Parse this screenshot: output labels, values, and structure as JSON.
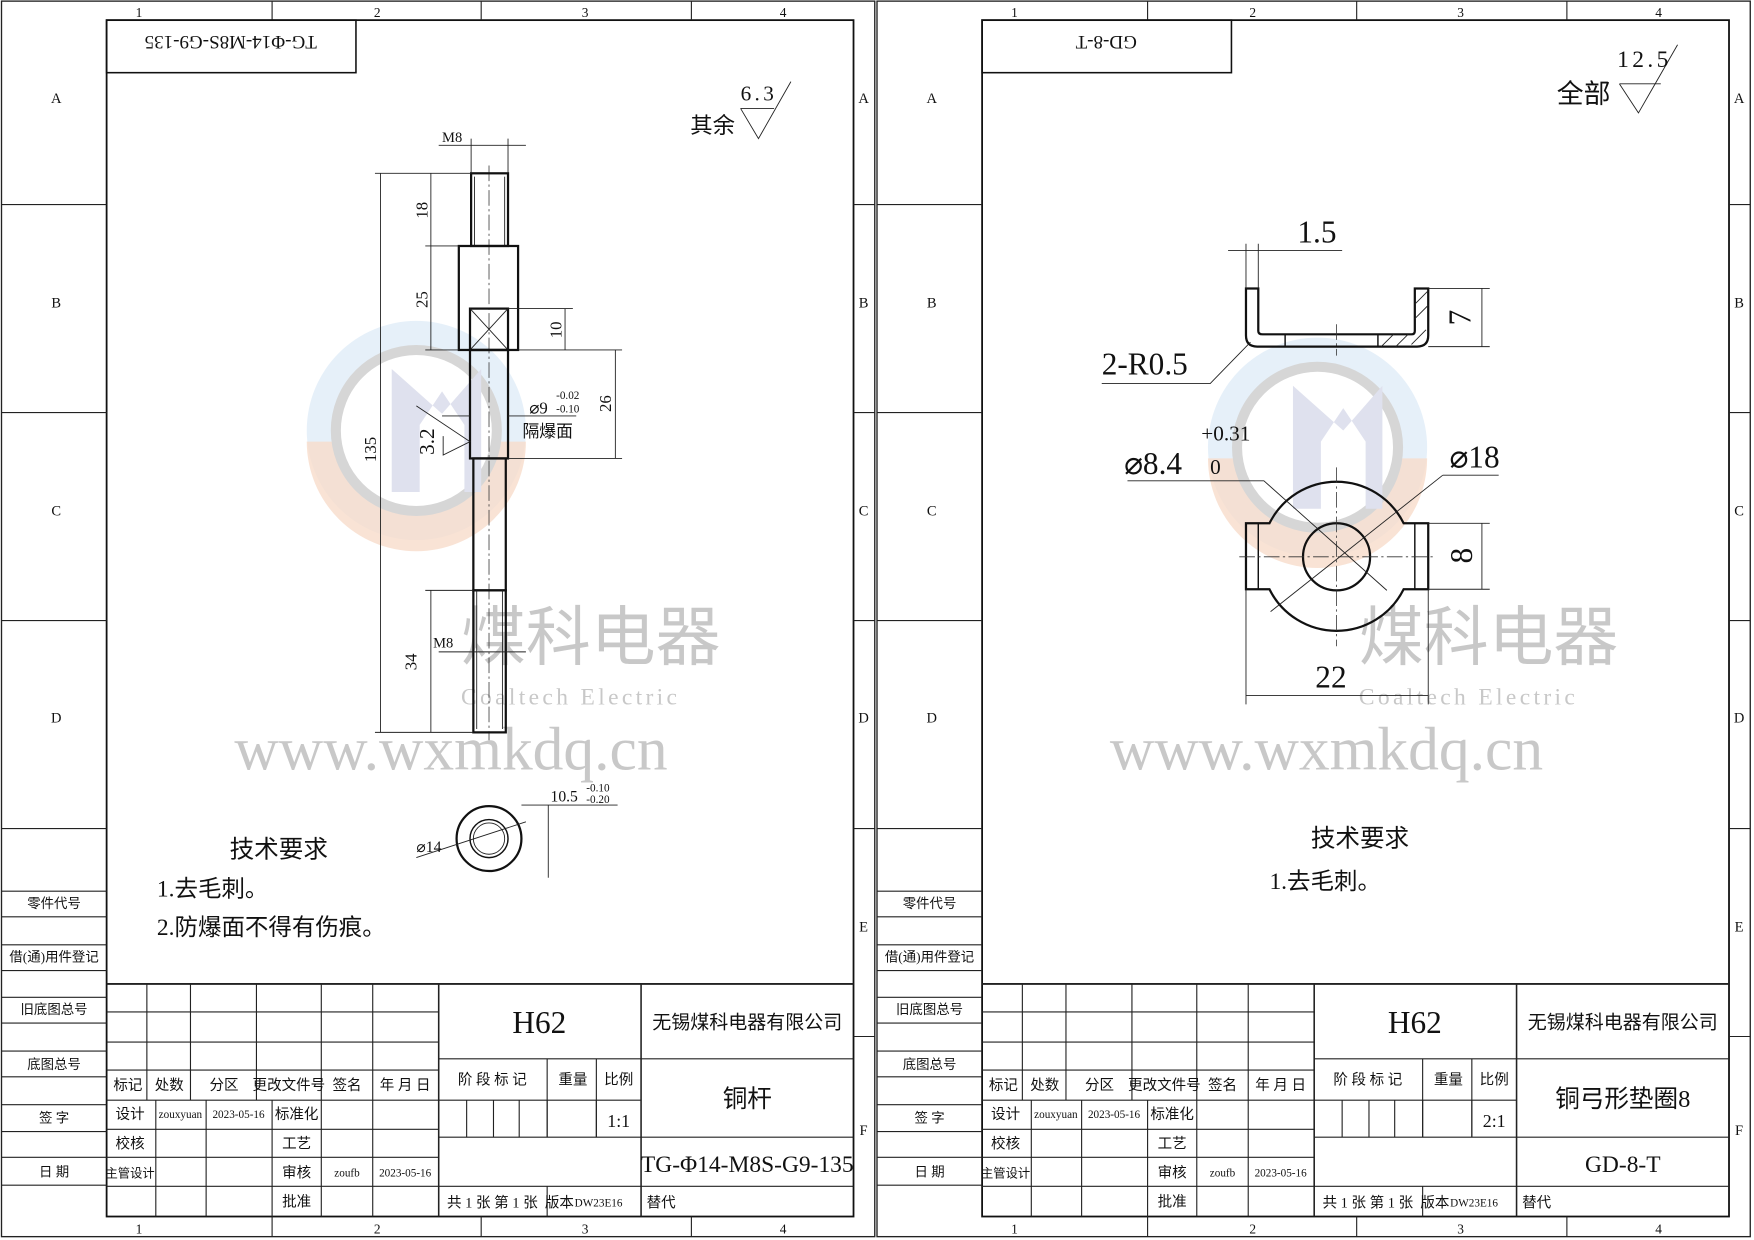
{
  "frame": {
    "column_numbers": [
      "1",
      "2",
      "3",
      "4"
    ],
    "row_letters": [
      "A",
      "B",
      "C",
      "D",
      "E",
      "F"
    ],
    "left_band": [
      "零件代号",
      "借(通)用件登记",
      "旧底图总号",
      "底图总号",
      "签 字",
      "日 期"
    ],
    "labels": {
      "mark": "标记",
      "count": "处数",
      "zone": "分区",
      "change_doc": "更改文件号",
      "sign": "签名",
      "date": "年 月 日",
      "design": "设计",
      "check": "校核",
      "chief_design": "主管设计",
      "standardization": "标准化",
      "process": "工艺",
      "review": "审核",
      "approve": "批准",
      "stage_mark": "阶 段 标 记",
      "weight": "重量",
      "scale": "比例",
      "sheet_count": "共 1 张  第 1 张",
      "version": "版本",
      "replaces": "替代"
    }
  },
  "watermark": {
    "brand_cn": "煤科电器",
    "brand_en": "Coaltech Electric",
    "url": "www.wxmkdq.cn"
  },
  "sheets": [
    {
      "title_strip": "TG-Φ14-M8S-G9-135",
      "roughness_prefix": "其余",
      "roughness_value": "6.3",
      "tech_title": "技术要求",
      "tech_items": [
        "1.去毛刺。",
        "2.防爆面不得有伤痕。"
      ],
      "material": "H62",
      "company": "无锡煤科电器有限公司",
      "part_name": "铜杆",
      "drawing_number": "TG-Φ14-M8S-G9-135",
      "scale": "1:1",
      "designer": "zouxyuan",
      "design_date": "2023-05-16",
      "reviewer": "zoufb",
      "review_date": "2023-05-16",
      "version": "DW23E16",
      "dims": {
        "m8_top": "M8",
        "len_18": "18",
        "len_25": "25",
        "len_10": "10",
        "len_26": "26",
        "len_135": "135",
        "len_34": "34",
        "m8_bottom": "M8",
        "dia_9": "⌀9",
        "dia_9_upper": "-0.02",
        "dia_9_lower": "-0.10",
        "seal_face": "隔爆面",
        "roughness_3_2": "3.2",
        "dia_14": "⌀14",
        "flat_10_5": "10.5",
        "flat_upper": "-0.10",
        "flat_lower": "-0.20"
      }
    },
    {
      "title_strip": "GD-8-T",
      "roughness_prefix": "全部",
      "roughness_value": "12.5",
      "tech_title": "技术要求",
      "tech_items": [
        "1.去毛刺。"
      ],
      "material": "H62",
      "company": "无锡煤科电器有限公司",
      "part_name": "铜弓形垫圈8",
      "drawing_number": "GD-8-T",
      "scale": "2:1",
      "designer": "zouxyuan",
      "design_date": "2023-05-16",
      "reviewer": "zoufb",
      "review_date": "2023-05-16",
      "version": "DW23E16",
      "dims": {
        "thickness": "1.5",
        "height_7": "7",
        "radius": "2-R0.5",
        "hole_dia": "⌀8.4",
        "hole_upper": "+0.31",
        "hole_lower": "0",
        "outer_dia": "⌀18",
        "tab_width": "8",
        "overall_22": "22"
      }
    }
  ]
}
